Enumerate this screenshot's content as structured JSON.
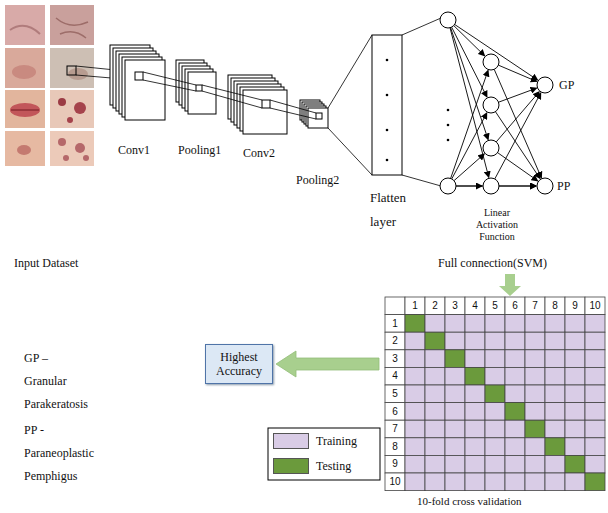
{
  "diagram": {
    "nodes": [
      {
        "text": [
          "10-fold cross validation"
        ]
      },
      {
        "text": [
          "Highest Accuracy"
        ]
      }
    ],
    "edges": [
      {
        "from": 0,
        "to": 1,
        "arrow": "to"
      }
    ],
    "labels": [
      "Conv1",
      "Pooling1",
      "Conv2",
      "Pooling2",
      "Flatten layer",
      "GP",
      "PP",
      "Linear Activation Function",
      "Input Dataset",
      "Full connection(SVM)",
      "GP –",
      "Granular Parakeratosis",
      "PP -",
      "Paraneoplastic Pemphigus",
      "1",
      "2",
      "3",
      "4",
      "5",
      "6",
      "7",
      "8",
      "9",
      "10",
      "1",
      "2",
      "3",
      "4",
      "5",
      "6",
      "7",
      "8",
      "9",
      "10"
    ],
    "legend": [
      {
        "text": "Training",
        "color": "#d9cce6"
      },
      {
        "text": "Testing",
        "color": "#6b9a3c"
      }
    ]
  }
}
